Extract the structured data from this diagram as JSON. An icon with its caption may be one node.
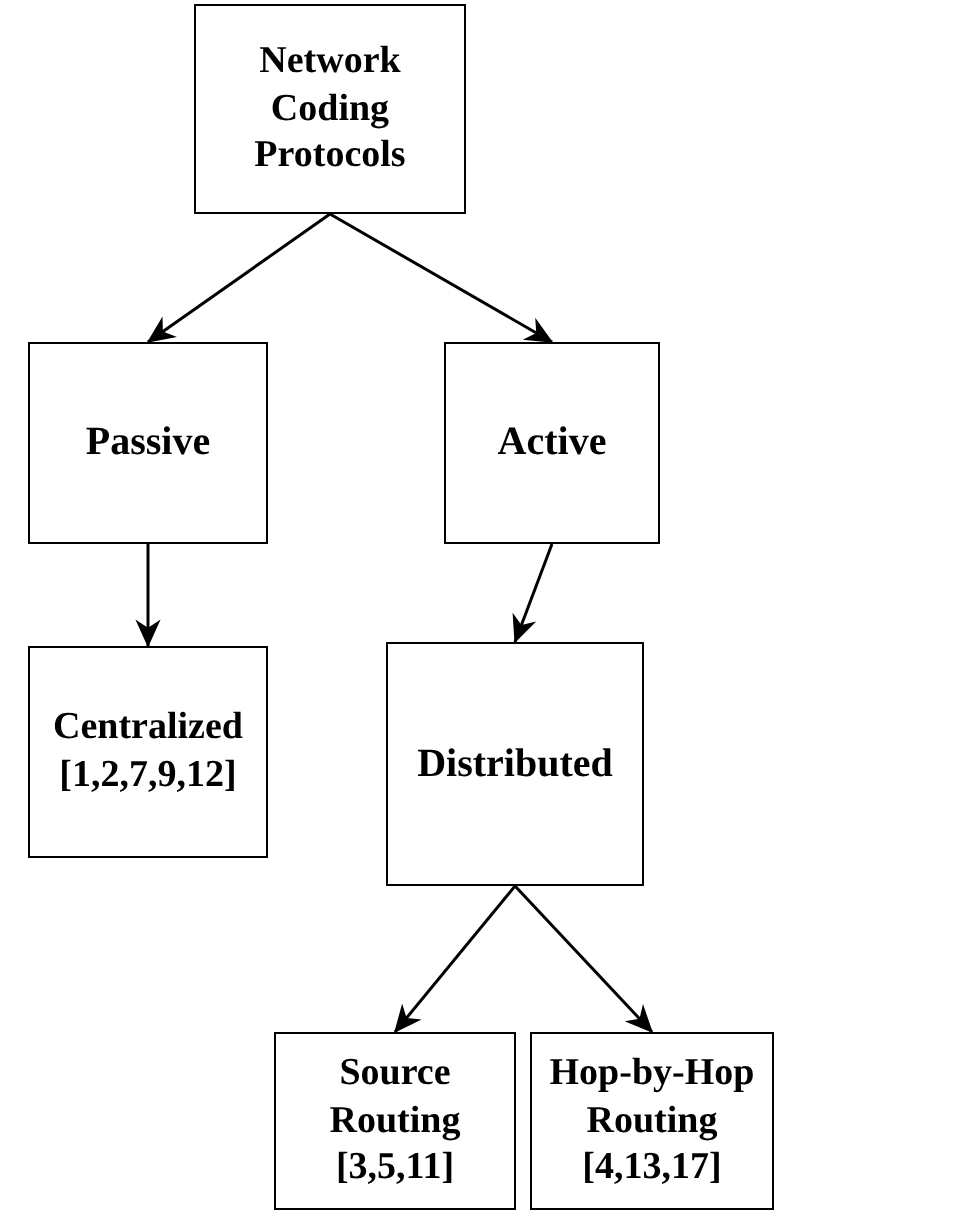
{
  "diagram": {
    "nodes": [
      {
        "text": [
          "Network Coding Protocols"
        ]
      },
      {
        "text": [
          "Passive"
        ]
      },
      {
        "text": [
          "Active"
        ]
      },
      {
        "text": [
          "Centralized [1,2,7,9,12]"
        ]
      },
      {
        "text": [
          "Distributed"
        ]
      },
      {
        "text": [
          "Source Routing [3,5,11]"
        ]
      },
      {
        "text": [
          "Hop-by-Hop Routing [4,13,17]"
        ]
      }
    ],
    "edges": [
      {
        "from": 0,
        "to": 1,
        "arrow": "to"
      },
      {
        "from": 0,
        "to": 2,
        "arrow": "to"
      },
      {
        "from": 1,
        "to": 3,
        "arrow": "to"
      },
      {
        "from": 2,
        "to": 4,
        "arrow": "to"
      },
      {
        "from": 4,
        "to": 5,
        "arrow": "to"
      },
      {
        "from": 4,
        "to": 6,
        "arrow": "to"
      }
    ]
  }
}
